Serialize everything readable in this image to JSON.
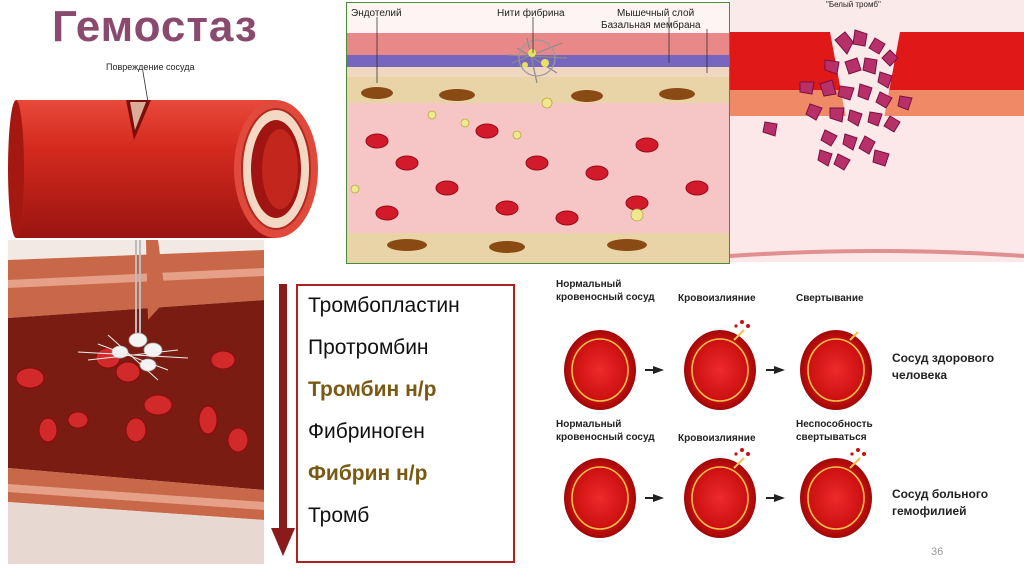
{
  "slide": {
    "title": "Гемостаз",
    "page_number": "36"
  },
  "vessel_panel": {
    "label": "Повреждение сосуда"
  },
  "cross_section": {
    "labels": {
      "endothelium": "Эндотелий",
      "fibrin_threads": "Нити фибрина",
      "muscle_layer": "Мышечный слой",
      "basal_membrane": "Базальная мембрана"
    }
  },
  "white_thrombus": {
    "label": "\"Белый тромб\""
  },
  "cascade": {
    "steps": [
      {
        "text": "Тромбопластин",
        "highlight": false
      },
      {
        "text": "Протромбин",
        "highlight": false
      },
      {
        "text": "Тромбин н/р",
        "highlight": true
      },
      {
        "text": "Фибриноген",
        "highlight": false
      },
      {
        "text": "Фибрин н/р",
        "highlight": true
      },
      {
        "text": "Тромб",
        "highlight": false
      }
    ],
    "arrow_color": "#8b1a1a",
    "highlight_color": "#7a5a12"
  },
  "comparison": {
    "row1": {
      "col1": [
        "Нормальный",
        "кровеносный сосуд"
      ],
      "col2": [
        "Кровоизлияние"
      ],
      "col3": [
        "Свертывание"
      ],
      "side": [
        "Сосуд здорового",
        "человека"
      ]
    },
    "row2": {
      "col1": [
        "Нормальный",
        "кровеносный сосуд"
      ],
      "col2": [
        "Кровоизлияние"
      ],
      "col3": [
        "Неспособность",
        "свертываться"
      ],
      "side": [
        "Сосуд больного",
        "гемофилией"
      ]
    }
  }
}
